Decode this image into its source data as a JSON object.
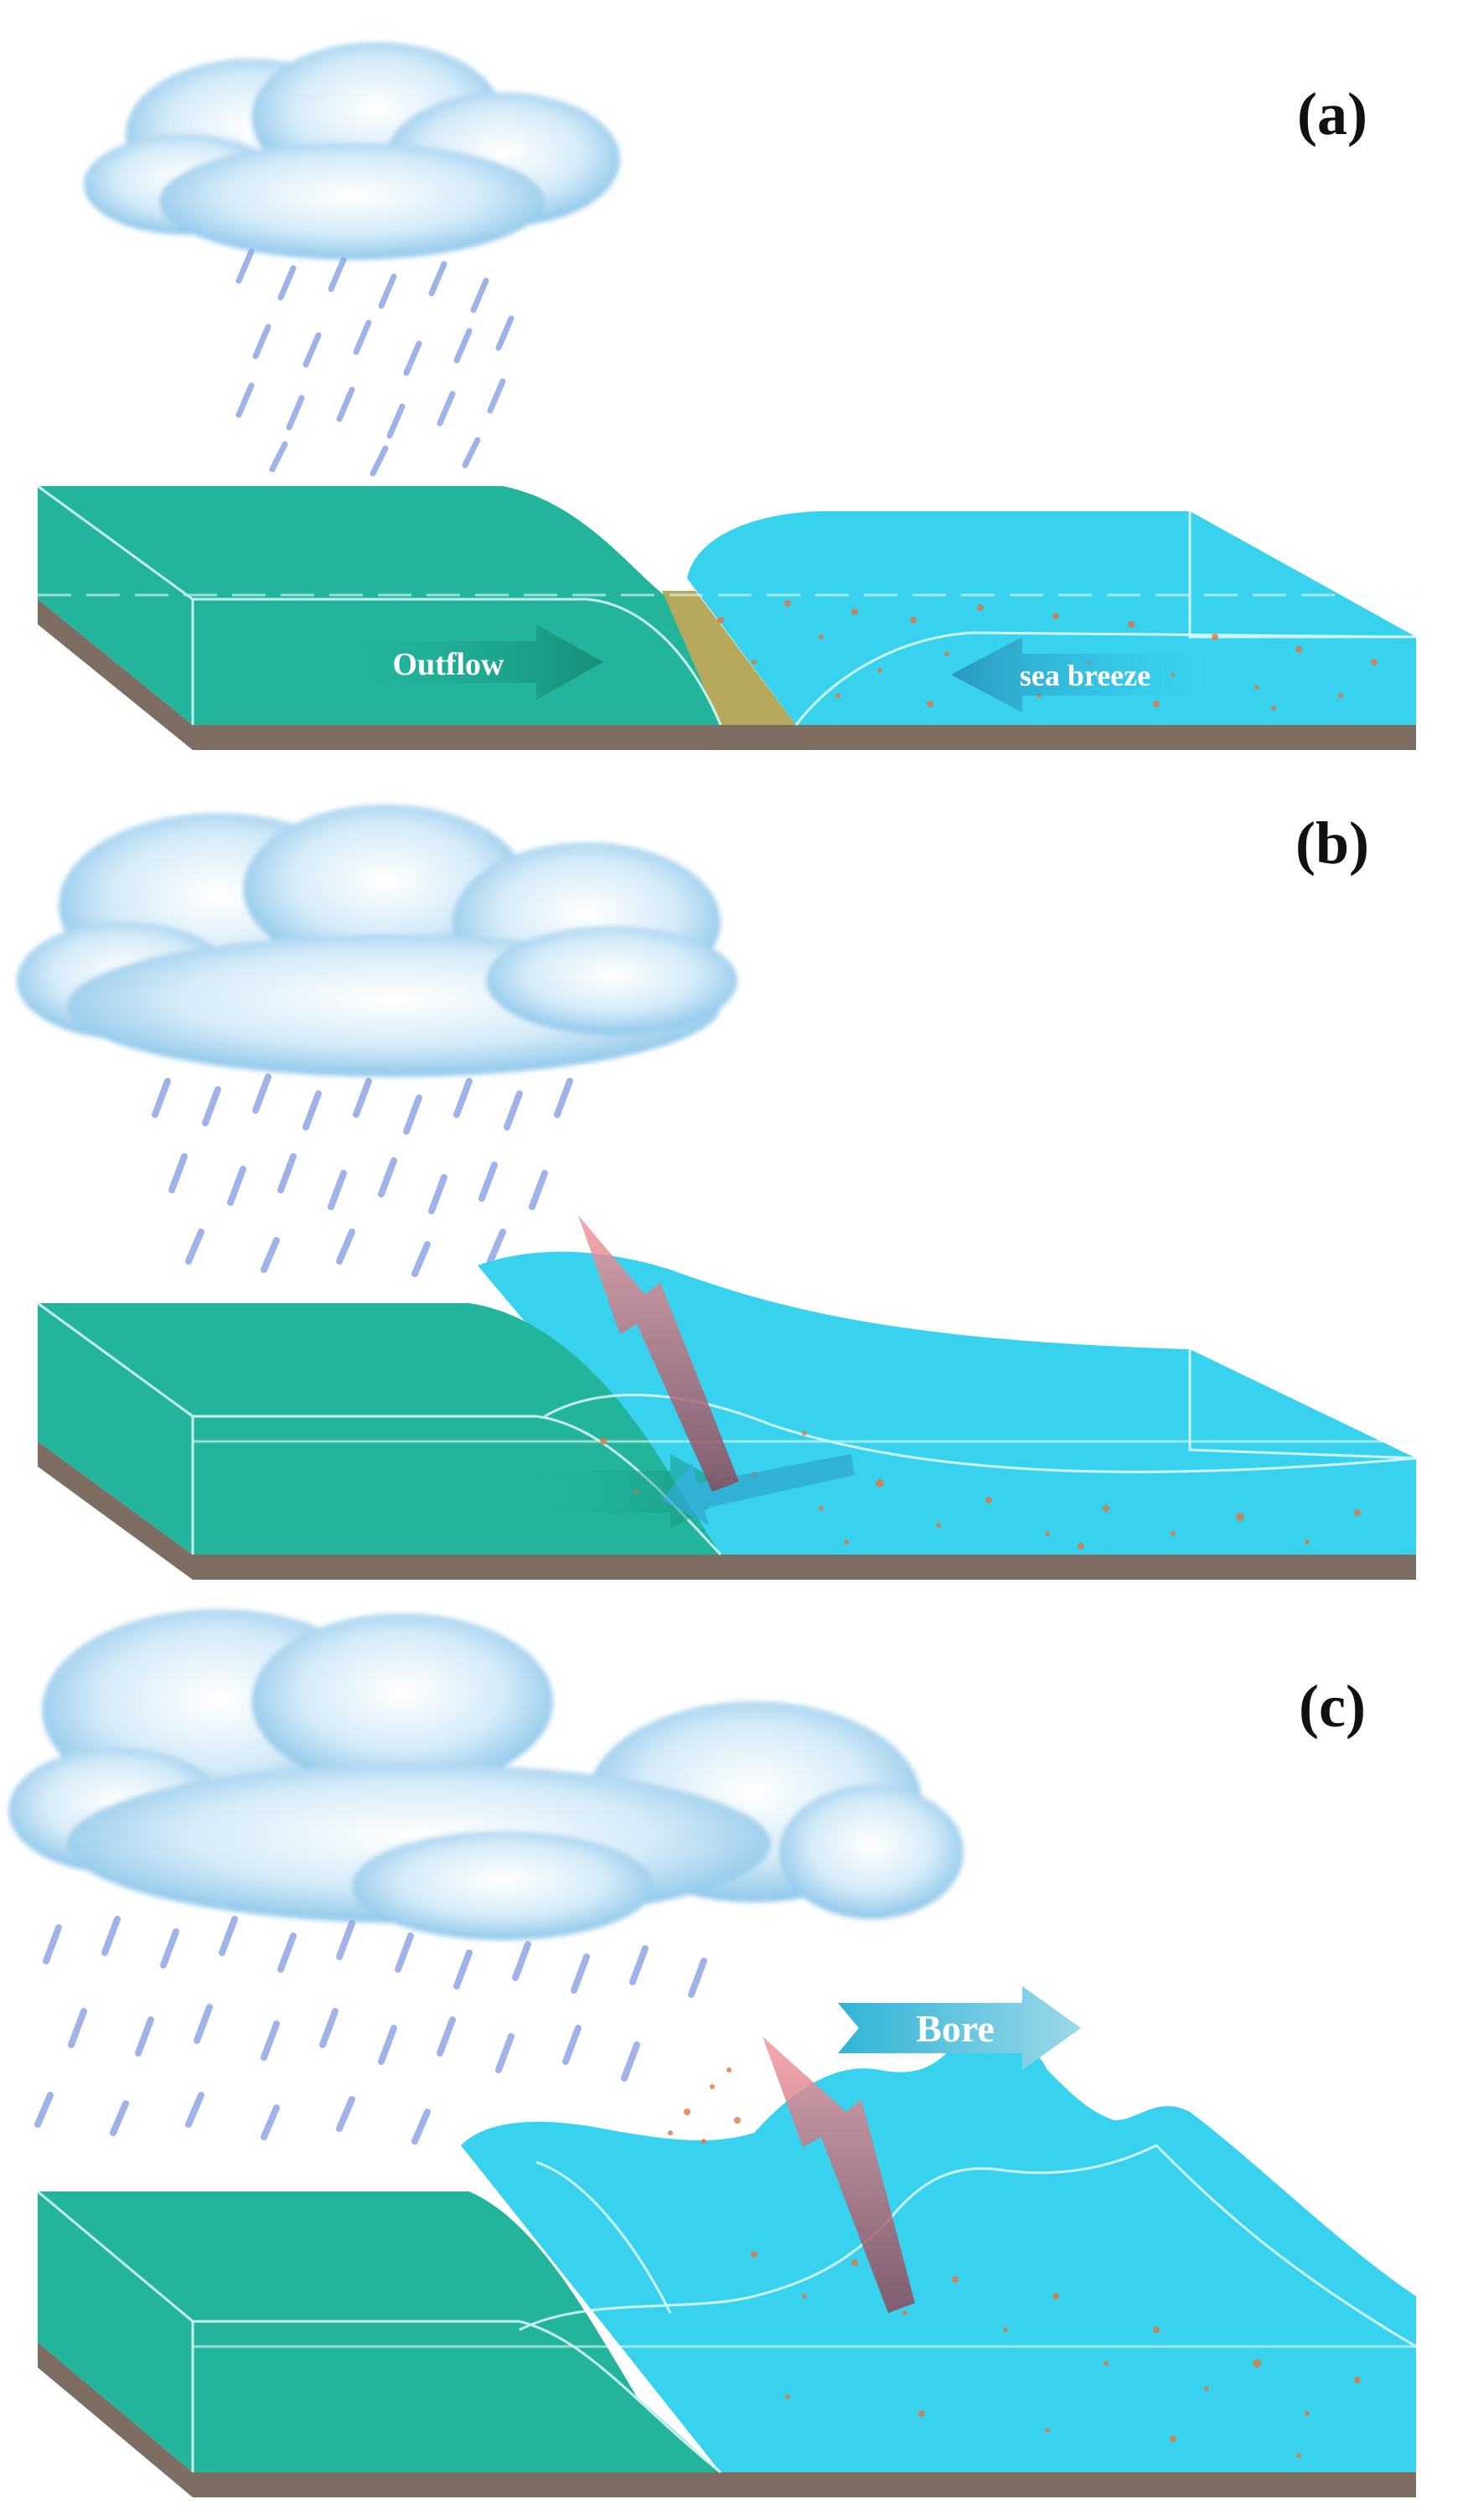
{
  "panels": [
    {
      "label": "(a)"
    },
    {
      "label": "(b)"
    },
    {
      "label": "(c)"
    }
  ],
  "annotations": {
    "outflow": "Outflow",
    "sea_breeze": "sea breeze",
    "bore": "Bore"
  },
  "colors": {
    "outflow_air": "#22b59c",
    "sea_breeze_air": "#38d2ef",
    "ground": "#7d6d62",
    "front_zone": "#b7a95c",
    "aerosol": "#e0773e",
    "lift_arrow": "#e57f86",
    "rain": "#8fa6e6",
    "cloud": "#a7d4f0"
  }
}
